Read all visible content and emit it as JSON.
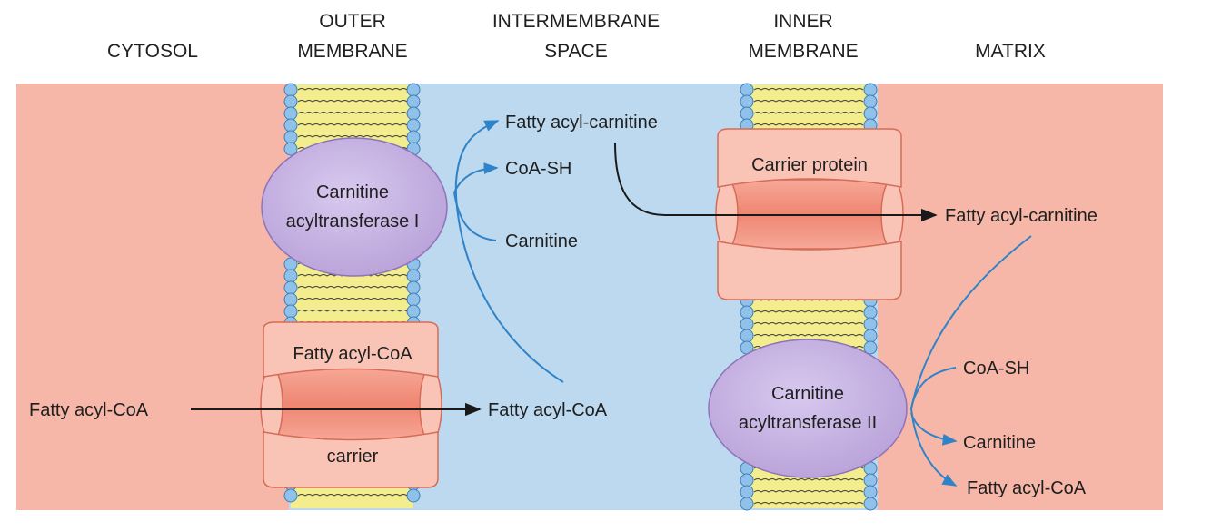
{
  "regions": {
    "cytosol": "CYTOSOL",
    "outer_membrane": [
      "OUTER",
      "MEMBRANE"
    ],
    "intermembrane_space": [
      "INTERMEMBRANE",
      "SPACE"
    ],
    "inner_membrane": [
      "INNER",
      "MEMBRANE"
    ],
    "matrix": "MATRIX"
  },
  "enzymes": {
    "cat1": [
      "Carnitine",
      "acyltransferase I"
    ],
    "cat2": [
      "Carnitine",
      "acyltransferase II"
    ]
  },
  "carriers": {
    "outer_top": "Fatty acyl-CoA",
    "outer_bottom": "carrier",
    "inner_top": "Carrier protein"
  },
  "molecules": {
    "cytosol_fatty_acyl_coa": "Fatty acyl-CoA",
    "ims_fatty_acyl_coa": "Fatty acyl-CoA",
    "ims_fatty_acyl_carnitine": "Fatty acyl-carnitine",
    "ims_coa_sh": "CoA-SH",
    "ims_carnitine": "Carnitine",
    "matrix_fatty_acyl_carnitine": "Fatty acyl-carnitine",
    "matrix_coa_sh": "CoA-SH",
    "matrix_carnitine": "Carnitine",
    "matrix_fatty_acyl_coa": "Fatty acyl-CoA"
  },
  "colors": {
    "cytosol": "#f6b7a8",
    "intermembrane": "#bcd9ef",
    "matrix": "#f6b7a8",
    "enzyme": "#c7b4e2",
    "carrier": "#f9c4b6",
    "carrier_core": "#f08f7c",
    "lipid_head": "#8fc1ea",
    "lipid_tail": "#f3ed8e",
    "blue_arrow": "#2f83c8",
    "black_arrow": "#1a1a1a"
  }
}
